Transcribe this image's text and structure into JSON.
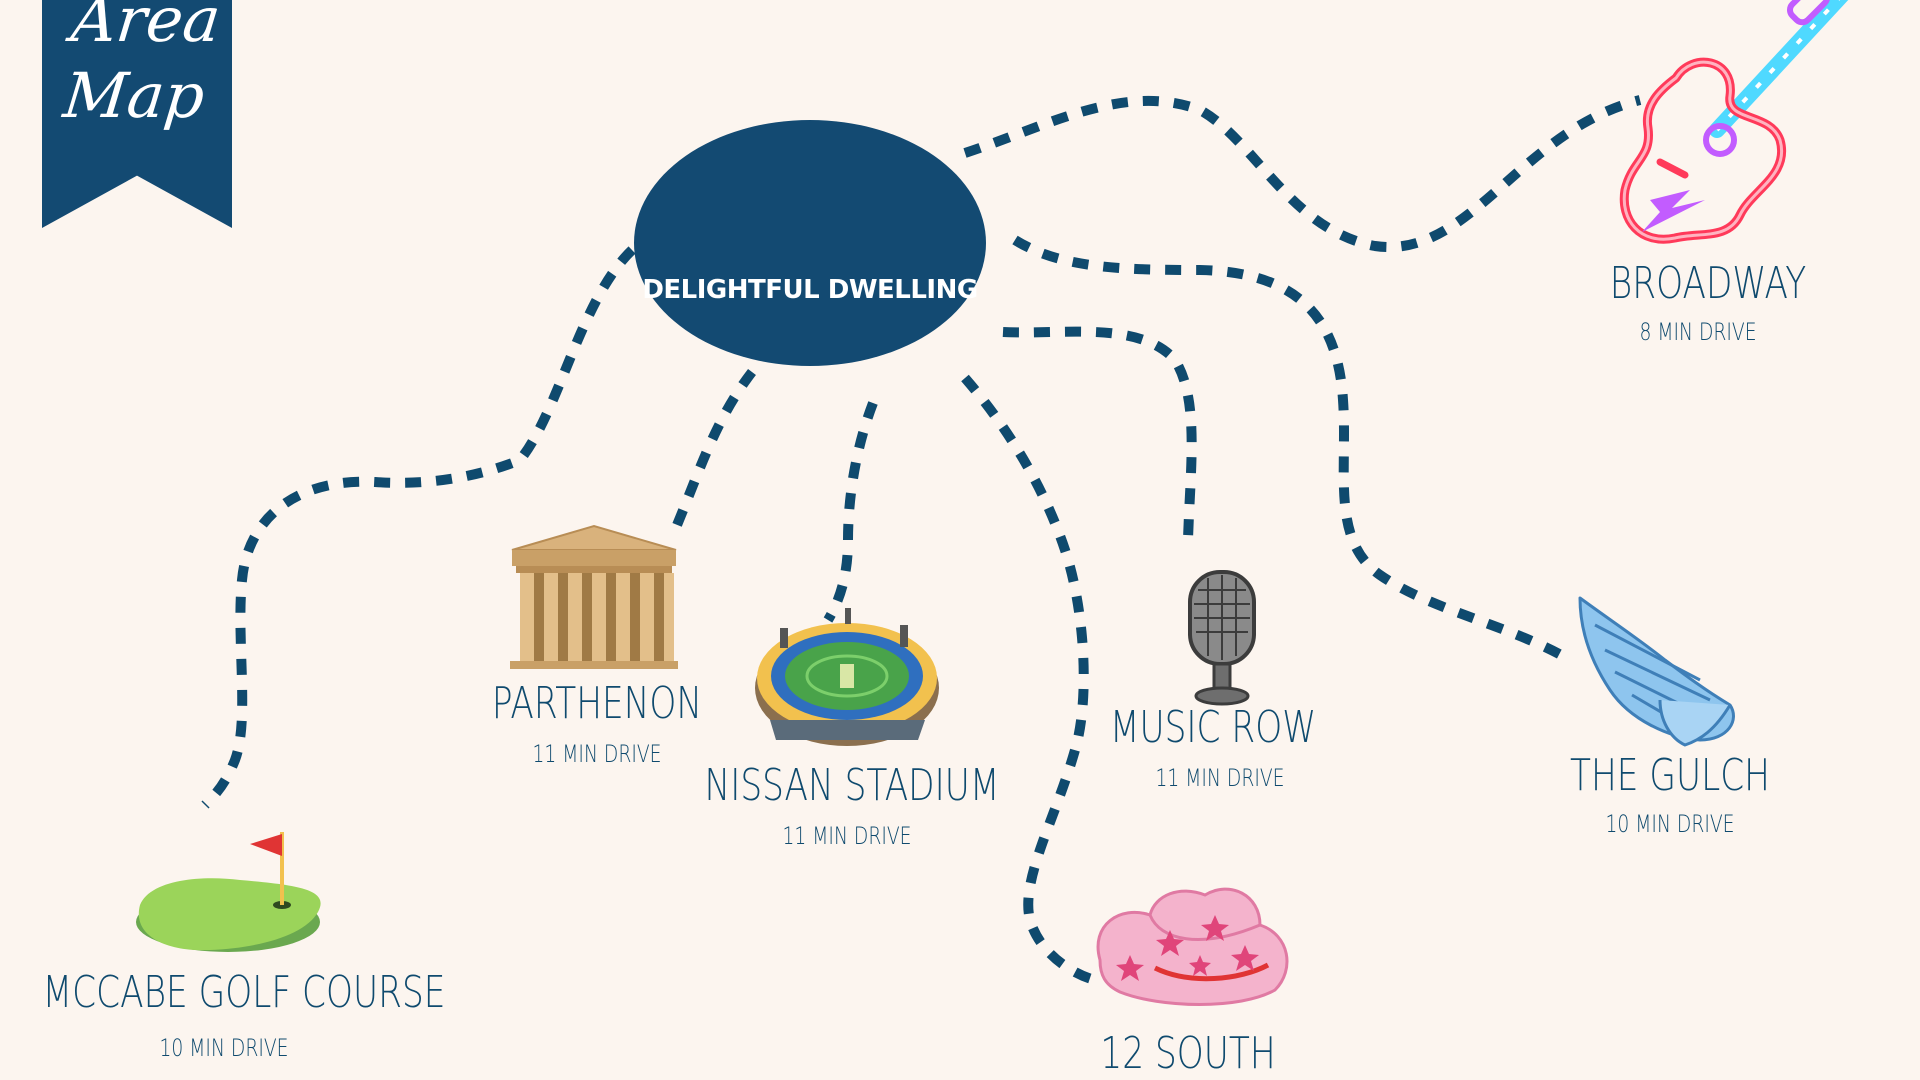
{
  "title": {
    "line1": "Area",
    "line2": "Map"
  },
  "home": {
    "label": "DELIGHTFUL DWELLING"
  },
  "colors": {
    "background": "#fcf5ef",
    "primary": "#134a72",
    "route": "#0f4a6e"
  },
  "locations": [
    {
      "id": "broadway",
      "name": "BROADWAY",
      "drive": "8 MIN DRIVE",
      "icon": "neon-guitar-icon"
    },
    {
      "id": "parthenon",
      "name": "PARTHENON",
      "drive": "11 MIN DRIVE",
      "icon": "parthenon-icon"
    },
    {
      "id": "nissan-stadium",
      "name": "NISSAN STADIUM",
      "drive": "11 MIN DRIVE",
      "icon": "stadium-icon"
    },
    {
      "id": "music-row",
      "name": "MUSIC ROW",
      "drive": "11 MIN DRIVE",
      "icon": "microphone-icon"
    },
    {
      "id": "the-gulch",
      "name": "THE GULCH",
      "drive": "10 MIN DRIVE",
      "icon": "angel-wing-icon"
    },
    {
      "id": "mccabe-golf-course",
      "name": "MCCABE GOLF COURSE",
      "drive": "10 MIN DRIVE",
      "icon": "golf-green-icon"
    },
    {
      "id": "12-south",
      "name": "12 SOUTH",
      "drive": "",
      "icon": "cowboy-hat-icon"
    }
  ]
}
